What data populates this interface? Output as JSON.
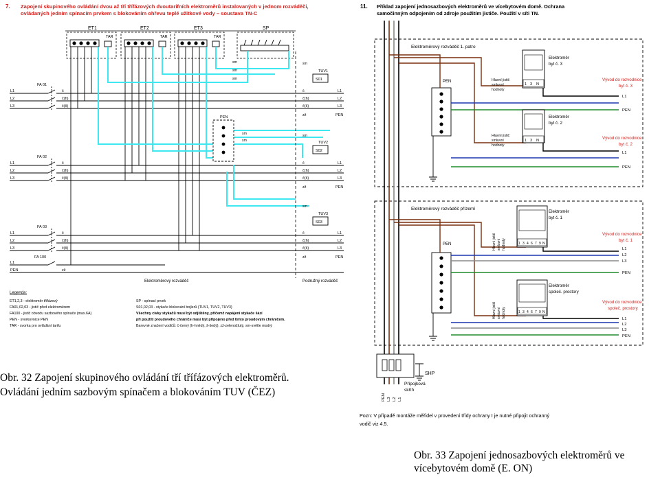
{
  "left": {
    "heading_num": "7.",
    "heading": [
      "Zapojení skupinového ovládání dvou až tří třífázových dvoutarifních elektroměrů instalovaných v jednom rozváděči,",
      "ovládaných jedním spínacím prvkem s blokováním ohřevu teplé užitkové vody – soustava TN-C"
    ],
    "meters": [
      "ET1",
      "ET2",
      "ET3",
      "SP"
    ],
    "tar": "TAR",
    "pen": "PEN",
    "breakers": [
      "FA 01",
      "FA 02",
      "FA 03",
      "FA 100"
    ],
    "contactors": [
      "TUV1",
      "TUV2",
      "TUV3"
    ],
    "contactor_boxes": [
      "S01",
      "S02",
      "S03"
    ],
    "lines": [
      "L1",
      "L2",
      "L3"
    ],
    "line_codes": [
      "č",
      "č(h)",
      "č(š)"
    ],
    "sm": "sm",
    "zz": "zž",
    "panel_main": "Elektroměrový rozváděč",
    "panel_sub": "Podružný rozváděč",
    "legend_title": "Legenda:",
    "legend_left": [
      "ET1,2,3  - elektroměr třífázový",
      "FA01,02,03 - jistič před elektroměrem",
      "FA100    - jistič obvodu sazbového spínače (max.6A)",
      "PEN      - svorkovnice PEN",
      "TAR      - svorka pro ovládání tarifu"
    ],
    "legend_right": [
      "SP - spínací prvek",
      "S01,02,03 - stykače blokování bojlerů (TUV1, TUV2, TUV3)",
      "Všechny cívky stykačů musí být odjištěny, přičemž napájení stykače šází",
      "při použití proudového chrániče musí být připojeno před tímto proudovým chráničem.",
      "Barevné značení vodičů: č-černý (h-hnědý, š-šedý), zž-zelenožlutý, sm-světle modrý"
    ]
  },
  "right": {
    "heading_num": "11.",
    "heading": [
      "Příklad zapojení jednosazbových elektroměrů ve vícebytovém domě. Ochrana",
      "samočinným odpojením od zdroje použitím jističe. Použití v síti TN."
    ],
    "panel_top": "Elektroměrový rozváděč 1. patro",
    "panel_bottom": "Elektroměrový rozváděč přízemí",
    "pen": "PEN",
    "meters": [
      {
        "label": [
          "Elektroměr",
          "byt č. 3"
        ],
        "out": [
          "Vývod do rozvodnice",
          "byt č. 3"
        ]
      },
      {
        "label": [
          "Elektroměr",
          "byt č. 2"
        ],
        "out": [
          "Vývod do rozvodnice",
          "byt č. 2"
        ]
      },
      {
        "label": [
          "Elektroměr",
          "byt č. 1"
        ],
        "out": [
          "Vývod do rozvodnice",
          "byt č. 1"
        ]
      },
      {
        "label": [
          "Elektroměr",
          "společ. prostory"
        ],
        "out": [
          "Vývod do rozvodnice",
          "společ. prostory"
        ]
      }
    ],
    "main_breaker": [
      "Hlavní jistič",
      "smluvní",
      "hodnoty"
    ],
    "terminals_3": [
      "1",
      "3",
      "N"
    ],
    "terminals_7": [
      "1",
      "3",
      "4",
      "6",
      "7",
      "9",
      "N"
    ],
    "wires_1": [
      "L1",
      "PEN"
    ],
    "wires_3": [
      "L1",
      "L2",
      "L3",
      "PEN"
    ],
    "shp": "SHP",
    "supply_box": [
      "Přípojková",
      "skříň"
    ],
    "supply_wires": [
      "PEN",
      "L3",
      "L2",
      "L1"
    ],
    "note": [
      "Pozn: V případě montáže měřidel v provedení třídy ochrany I je nutné připojit ochranný",
      "vodič viz 4.5."
    ]
  },
  "captions": {
    "left": [
      "Obr. 32 Zapojení skupinového ovládání tří třífázových elektroměrů.",
      "Ovládání jedním sazbovým spínačem a blokováním TUV (ČEZ)"
    ],
    "right": [
      "Obr. 33 Zapojení jednosazbových elektroměrů ve",
      "vícebytovém domě (E. ON)"
    ]
  },
  "colors": {
    "heading": "#d2201c",
    "cyan": "#3de8f0",
    "blue": "#1a36b0",
    "green": "#1e8c2a",
    "brown": "#7a2e0e",
    "gray": "#888888",
    "black": "#000000"
  }
}
